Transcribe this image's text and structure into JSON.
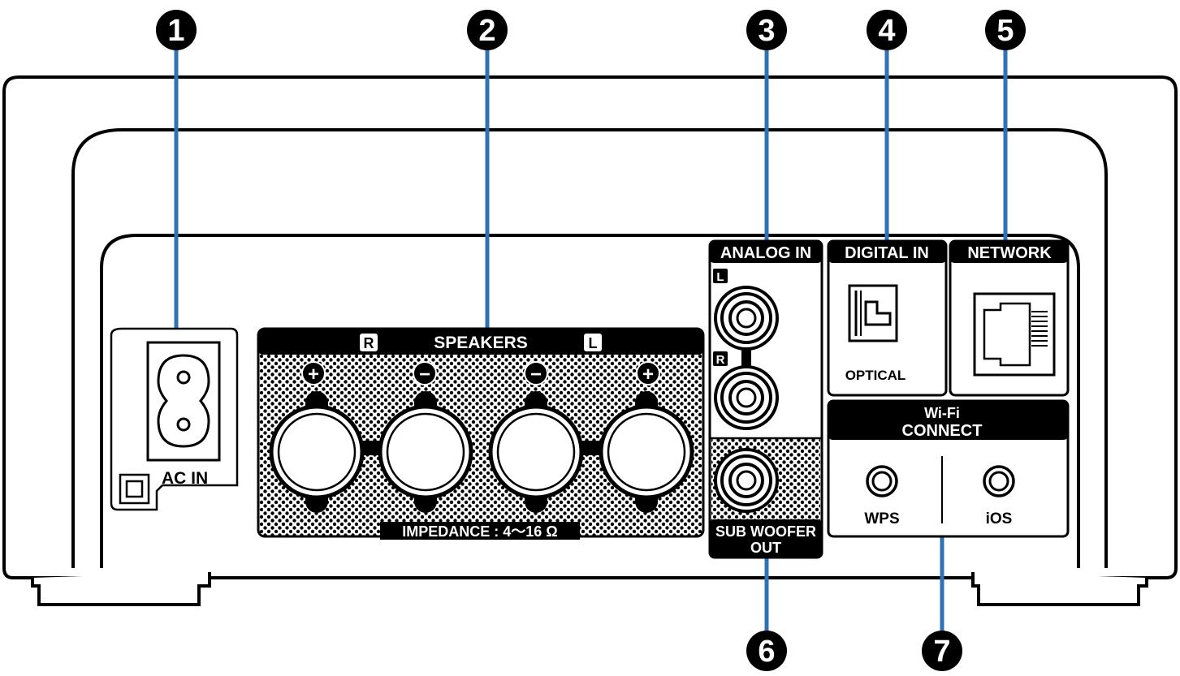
{
  "callouts": [
    "1",
    "2",
    "3",
    "4",
    "5",
    "6",
    "7"
  ],
  "ac_in": {
    "label": "AC IN"
  },
  "speakers": {
    "title": "SPEAKERS",
    "right_badge": "R",
    "left_badge": "L",
    "impedance": "IMPEDANCE : 4～16 Ω",
    "polarity": [
      "+",
      "−",
      "−",
      "+"
    ]
  },
  "analog_in": {
    "title": "ANALOG IN",
    "left_badge": "L",
    "right_badge": "R"
  },
  "subwoofer": {
    "line1": "SUB WOOFER",
    "line2": "OUT"
  },
  "digital_in": {
    "title": "DIGITAL IN",
    "port_label": "OPTICAL"
  },
  "network": {
    "title": "NETWORK"
  },
  "wifi_connect": {
    "line1": "Wi-Fi",
    "line2": "CONNECT",
    "wps_label": "WPS",
    "ios_label": "iOS"
  },
  "colors": {
    "outline": "#000000",
    "callout_line": "#2f72b5",
    "panel_bg": "#ffffff",
    "dots": "#000000"
  }
}
